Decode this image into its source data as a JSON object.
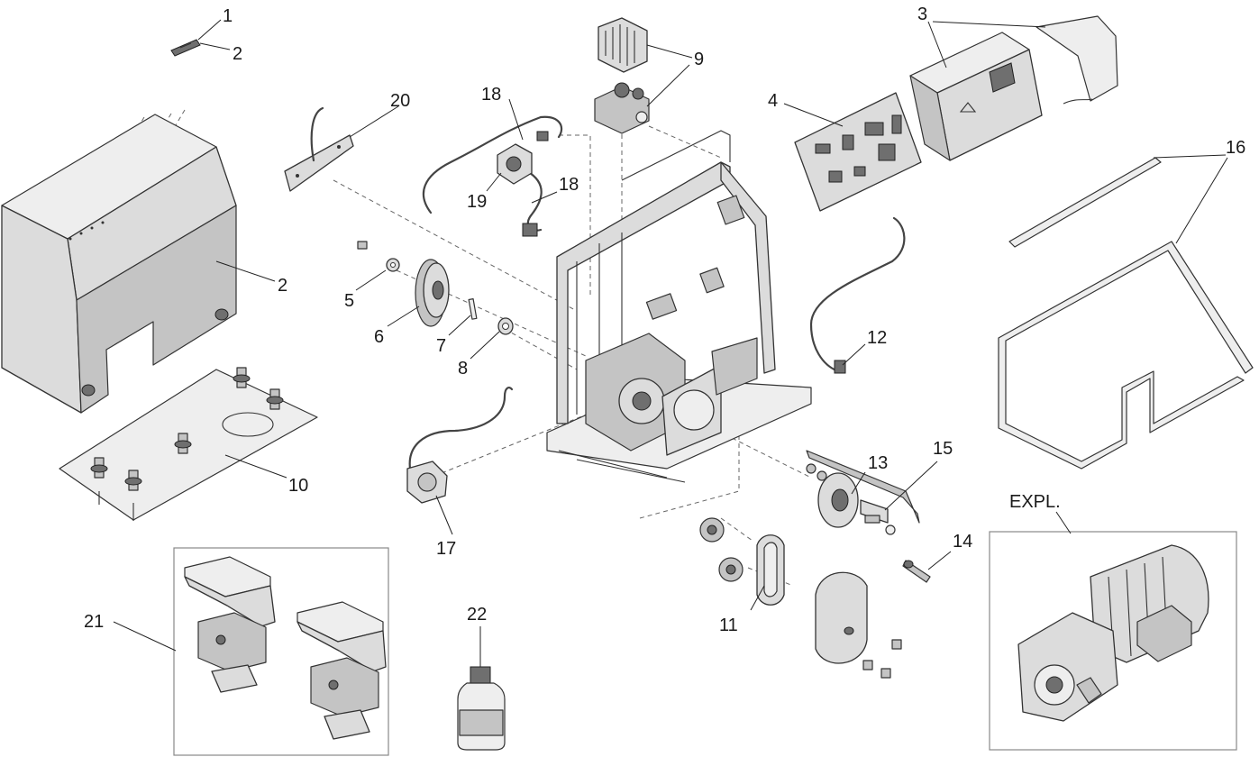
{
  "callouts": {
    "c1": "1",
    "c2a": "2",
    "c2b": "2",
    "c3": "3",
    "c4": "4",
    "c5": "5",
    "c6": "6",
    "c7": "7",
    "c8": "8",
    "c9": "9",
    "c10": "10",
    "c11": "11",
    "c12": "12",
    "c13": "13",
    "c14": "14",
    "c15": "15",
    "c16": "16",
    "c17": "17",
    "c18a": "18",
    "c18b": "18",
    "c19": "19",
    "c20": "20",
    "c21": "21",
    "c22": "22",
    "expl": "EXPL."
  }
}
